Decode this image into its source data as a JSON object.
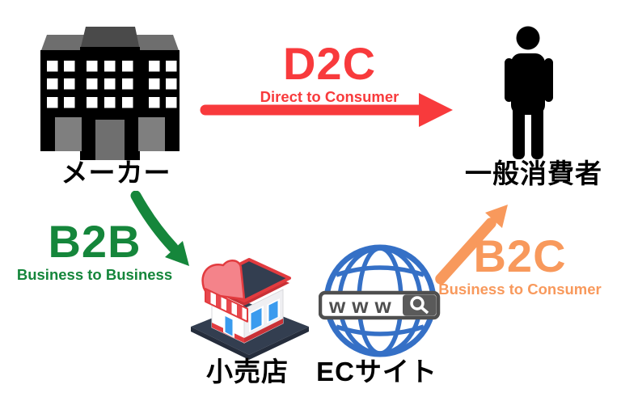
{
  "colors": {
    "d2c": "#F83A3C",
    "b2b": "#15863B",
    "b2c": "#F8995C",
    "icon-black": "#000000",
    "globe-blue": "#3570C6",
    "search-gray": "#4F4F4F",
    "store-navy": "#333E50",
    "store-red": "#E23B3F",
    "store-pink": "#F4838A",
    "window-blue": "#3A9BEE",
    "roof-gray": "#6E6E6E",
    "tower-gray": "#4A4A4A",
    "door-gray": "#7F7F7F"
  },
  "nodes": {
    "maker": {
      "label": "メーカー",
      "icon": "building-icon"
    },
    "consumer": {
      "label": "一般消費者",
      "icon": "person-icon"
    },
    "retail": {
      "label": "小売店",
      "icon": "store-icon"
    },
    "ec": {
      "label": "ECサイト",
      "icon": "globe-icon",
      "address_text": "www"
    }
  },
  "relations": {
    "d2c": {
      "abbr": "D2C",
      "full": "Direct to Consumer",
      "from": "メーカー",
      "to": "一般消費者",
      "color": "#F83A3C"
    },
    "b2b": {
      "abbr": "B2B",
      "full": "Business to Business",
      "from": "メーカー",
      "to": "小売店",
      "color": "#15863B"
    },
    "b2c": {
      "abbr": "B2C",
      "full": "Business to Consumer",
      "from": "ECサイト",
      "to": "一般消費者",
      "color": "#F8995C"
    }
  }
}
